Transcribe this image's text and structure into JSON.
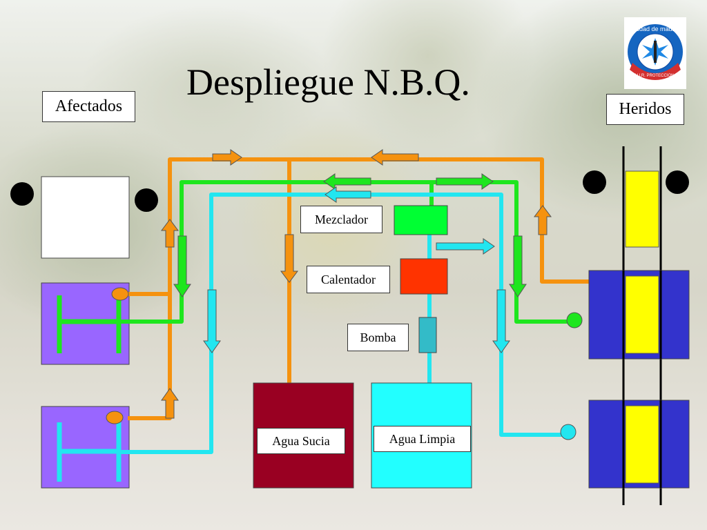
{
  "slide": {
    "title": "Despliegue N.B.Q."
  },
  "labels": {
    "afectados": "Afectados",
    "heridos": "Heridos",
    "mezclador": "Mezclador",
    "calentador": "Calentador",
    "bomba": "Bomba",
    "agua_sucia": "Agua Sucia",
    "agua_limpia": "Agua Limpia"
  },
  "logo": {
    "top_text": "ciudad de madrid",
    "bottom_text": "S.A.M.U.R. PROTECCION CIVIL"
  },
  "colors": {
    "orange_pipe": "#f5920f",
    "green_pipe": "#1ee61e",
    "cyan_pipe": "#22e6f0",
    "purple_unit": "#9966ff",
    "blue_unit": "#3333cc",
    "yellow_stretcher": "#ffff00",
    "mezclador": "#00ff33",
    "calentador": "#ff3300",
    "bomba": "#33bbc8",
    "agua_sucia": "#990022",
    "agua_limpia": "#22ffff"
  }
}
